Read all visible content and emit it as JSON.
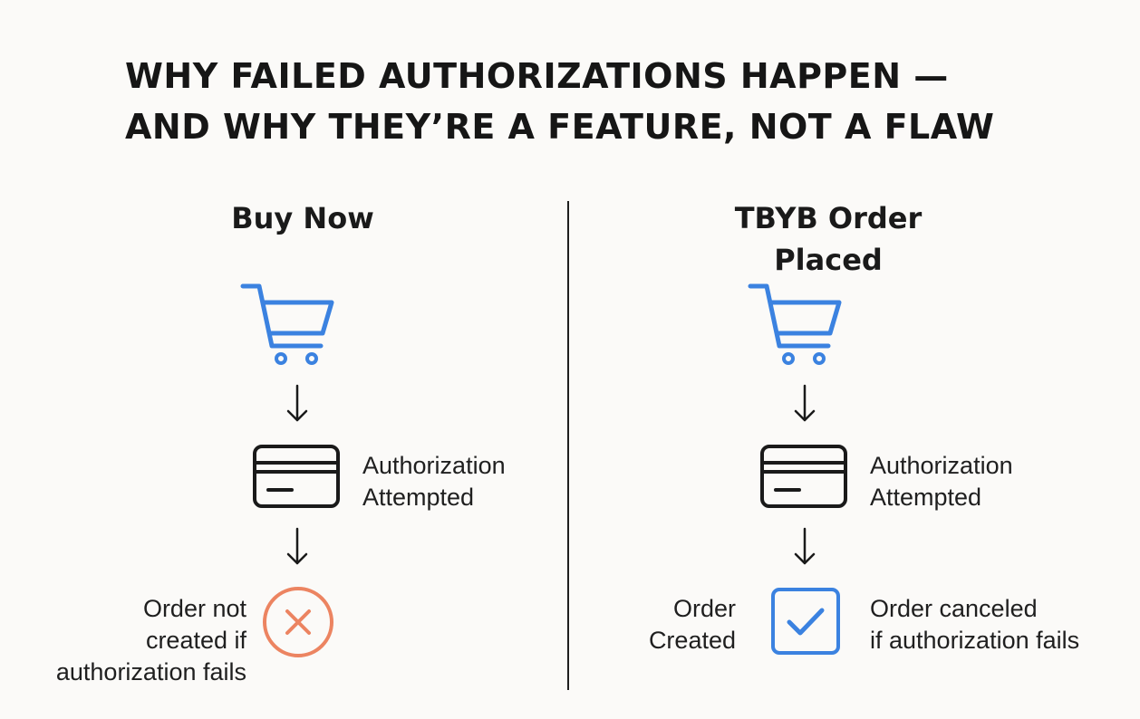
{
  "title": {
    "line1": "WHY FAILED AUTHORIZATIONS HAPPEN —",
    "line2": "AND WHY THEY’RE A FEATURE, NOT A FLAW"
  },
  "left": {
    "heading": "Buy Now",
    "auth_label_1": "Authorization",
    "auth_label_2": "Attempted",
    "outcome_1": "Order not",
    "outcome_2": "created if",
    "outcome_3": "authorization fails"
  },
  "right": {
    "heading_1": "TBYB Order",
    "heading_2": "Placed",
    "auth_label_1": "Authorization",
    "auth_label_2": "Attempted",
    "created_1": "Order",
    "created_2": "Created",
    "canceled_1": "Order canceled",
    "canceled_2": "if authorization fails"
  },
  "colors": {
    "cart": "#3b82e0",
    "fail": "#ec8461",
    "success": "#3b82e0",
    "ink": "#1a1a1a"
  },
  "icons": {
    "cart": "shopping-cart-icon",
    "card": "credit-card-icon",
    "fail": "x-circle-icon",
    "success": "checkbox-check-icon",
    "arrow": "arrow-down-icon"
  }
}
